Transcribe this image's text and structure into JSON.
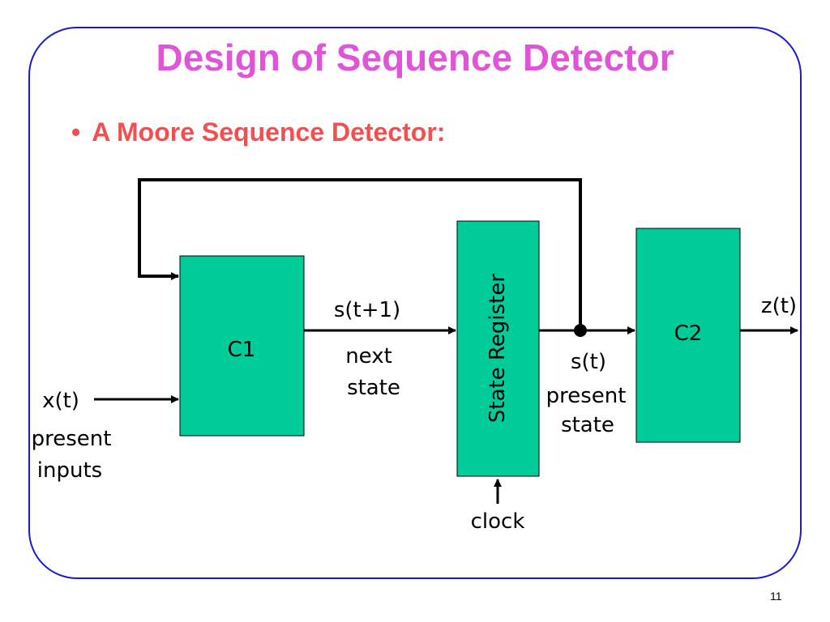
{
  "slide": {
    "title": "Design of Sequence Detector",
    "bullet": "A Moore Sequence Detector:",
    "page_number": "11"
  },
  "diagram": {
    "blocks": {
      "c1": "C1",
      "state_register": "State Register",
      "c2": "C2"
    },
    "labels": {
      "input_signal": "x(t)",
      "input_desc_line1": "present",
      "input_desc_line2": "inputs",
      "next_signal": "s(t+1)",
      "next_desc_line1": "next",
      "next_desc_line2": "state",
      "present_signal": "s(t)",
      "present_desc_line1": "present",
      "present_desc_line2": "state",
      "output_signal": "z(t)",
      "clock": "clock"
    },
    "colors": {
      "block_fill": "#00cc99",
      "title": "#e055d8",
      "bullet": "#f25050",
      "frame": "#1a1ad0"
    }
  }
}
